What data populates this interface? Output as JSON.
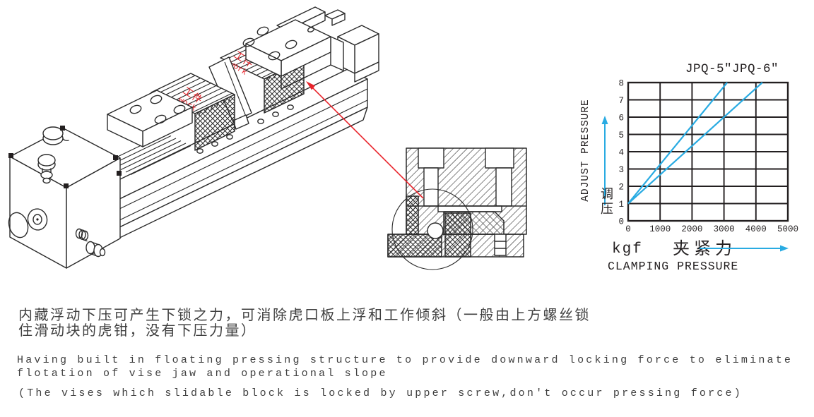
{
  "colors": {
    "ink": "#231f20",
    "line_art": "#2b2b2b",
    "red": "#e8232a",
    "cyan": "#29abe2",
    "text": "#404040",
    "background": "#ffffff"
  },
  "illustration": {
    "workpieces": [
      {
        "cn": "工件",
        "en": "work"
      },
      {
        "cn": "工件",
        "en": "work"
      }
    ]
  },
  "chart_data": {
    "type": "line",
    "title": "JPQ-5″JPQ-6″",
    "ylabel": "ADJUST PRESSURE",
    "ylabel_cn": "调压",
    "xlabel_unit": "kgf",
    "xlabel_cn": "夹紧力",
    "xlabel": "CLAMPING PRESSURE",
    "xlim": [
      0,
      5000
    ],
    "ylim": [
      0,
      8
    ],
    "x_ticks": [
      0,
      1000,
      2000,
      3000,
      4000,
      5000
    ],
    "y_ticks": [
      0,
      1,
      2,
      3,
      4,
      5,
      6,
      7,
      8
    ],
    "grid": true,
    "legend": "none",
    "line_color": "#29abe2",
    "series": [
      {
        "name": "JPQ-5″",
        "points": [
          [
            0,
            1
          ],
          [
            3100,
            8
          ]
        ]
      },
      {
        "name": "JPQ-6″",
        "points": [
          [
            0,
            1
          ],
          [
            4200,
            8
          ]
        ]
      }
    ]
  },
  "description": {
    "cn_lines": [
      "内藏浮动下压可产生下锁之力，可消除虎口板上浮和工作倾斜（一般由上方螺丝锁",
      "住滑动块的虎钳，没有下压力量）"
    ],
    "en_lines": [
      "Having built in floating pressing structure to provide downward locking force to eliminate",
      "flotation of vise jaw and operational slope",
      "(The vises which slidable block is locked by upper screw,don't occur pressing force)"
    ]
  }
}
